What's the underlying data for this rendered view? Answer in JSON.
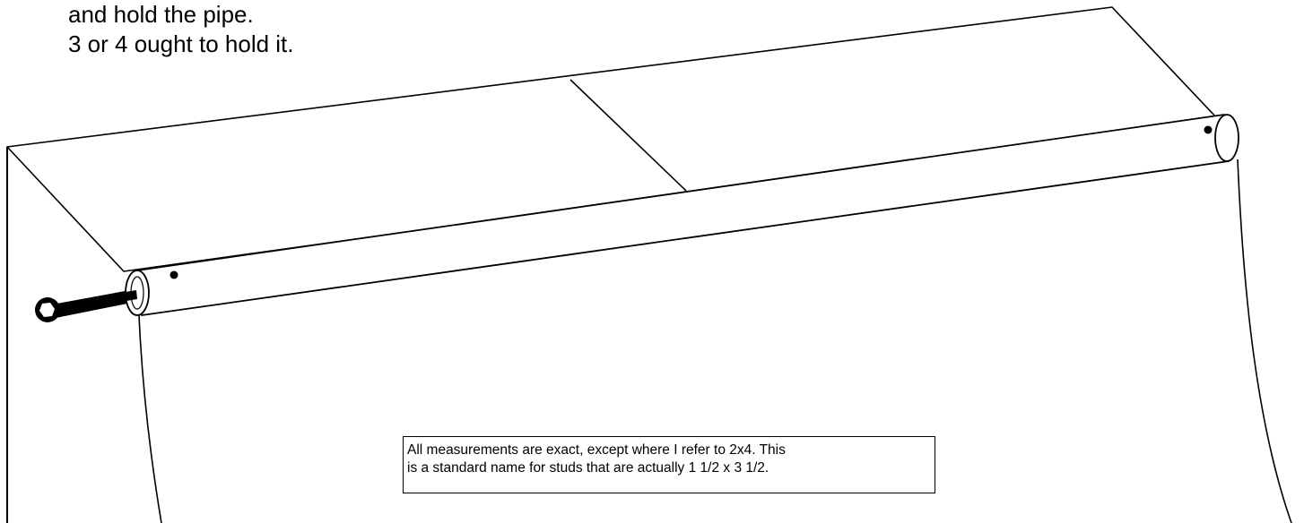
{
  "instructions": {
    "line1": "and hold the pipe.",
    "line2": "3 or 4 ought to hold it."
  },
  "note": {
    "line1": "All measurements are exact, except where I refer to 2x4. This",
    "line2": "is a standard name for studs that are actually  1 1/2 x 3 1/2."
  },
  "colors": {
    "ink": "#000000",
    "paper": "#ffffff"
  }
}
